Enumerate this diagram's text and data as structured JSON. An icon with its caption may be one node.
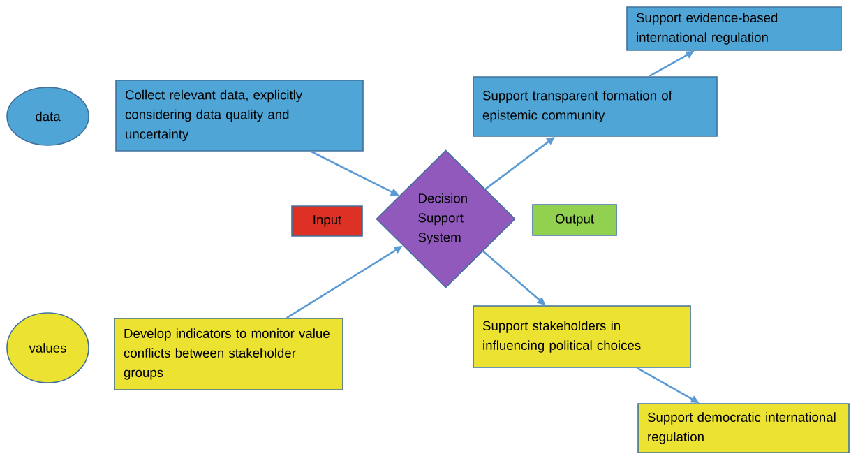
{
  "diagram": {
    "nodes": [
      {
        "text": [
          "Support evidence-based international regulation"
        ]
      },
      {
        "text": [
          "data"
        ]
      },
      {
        "text": [
          "Collect relevant data, explicitly considering data quality and uncertainty"
        ]
      },
      {
        "text": [
          "Support transparent formation of epistemic community"
        ]
      },
      {
        "text": [
          "Input"
        ]
      },
      {
        "text": [
          "Decision Support System"
        ]
      },
      {
        "text": [
          "Output"
        ]
      },
      {
        "text": [
          "values"
        ]
      },
      {
        "text": [
          "Develop indicators to monitor value conflicts between stakeholder groups"
        ]
      },
      {
        "text": [
          "Support stakeholders in influencing political choices"
        ]
      },
      {
        "text": [
          "Support democratic international regulation"
        ]
      }
    ],
    "edges": [
      {
        "from": 2,
        "to": 5,
        "arrow": "to"
      },
      {
        "from": 8,
        "to": 5,
        "arrow": "to"
      },
      {
        "from": 5,
        "to": 3,
        "arrow": "to"
      },
      {
        "from": 3,
        "to": 0,
        "arrow": "to"
      },
      {
        "from": 5,
        "to": 9,
        "arrow": "to"
      },
      {
        "from": 9,
        "to": 10,
        "arrow": "to"
      }
    ]
  }
}
